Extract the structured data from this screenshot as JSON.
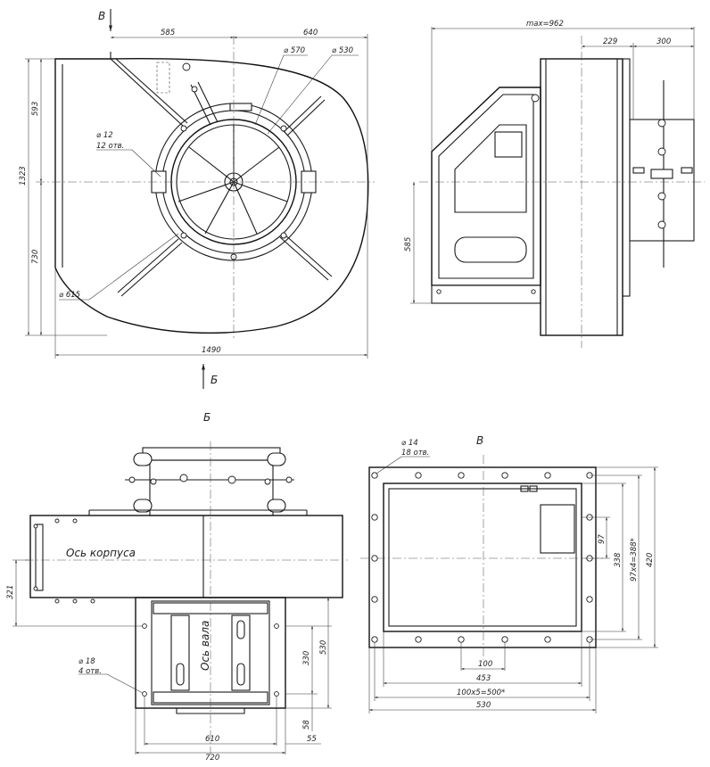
{
  "views": {
    "arrow_v": "В",
    "arrow_b": "Б",
    "title_b": "Б",
    "title_v": "В"
  },
  "front_view": {
    "dims": {
      "d585": "585",
      "d640": "640",
      "d570": "⌀ 570",
      "d530": "⌀ 530",
      "d593": "593",
      "d1323": "1323",
      "d730": "730",
      "d1490": "1490",
      "d615": "⌀ 615",
      "holes_d": "⌀ 12",
      "holes_n": "12 отв."
    }
  },
  "side_view": {
    "dims": {
      "dmax": "max=962",
      "d229": "229",
      "d300": "300",
      "d585": "585"
    }
  },
  "bottom_view": {
    "labels": {
      "housing_axis": "Ось корпуса",
      "shaft_axis": "Ось вала"
    },
    "dims": {
      "d321": "321",
      "holes_d": "⌀ 18",
      "holes_n": "4 отв.",
      "d330": "330",
      "d530": "530",
      "d58": "58",
      "d55": "55",
      "d610": "610",
      "d720": "720"
    }
  },
  "flange_view": {
    "dims": {
      "holes_d": "⌀ 14",
      "holes_n": "18 отв.",
      "d97": "97",
      "d338": "338",
      "d97x4": "97х4=388*",
      "d420": "420",
      "d100": "100",
      "d453": "453",
      "d100x5": "100х5=500*",
      "d530": "530"
    }
  }
}
